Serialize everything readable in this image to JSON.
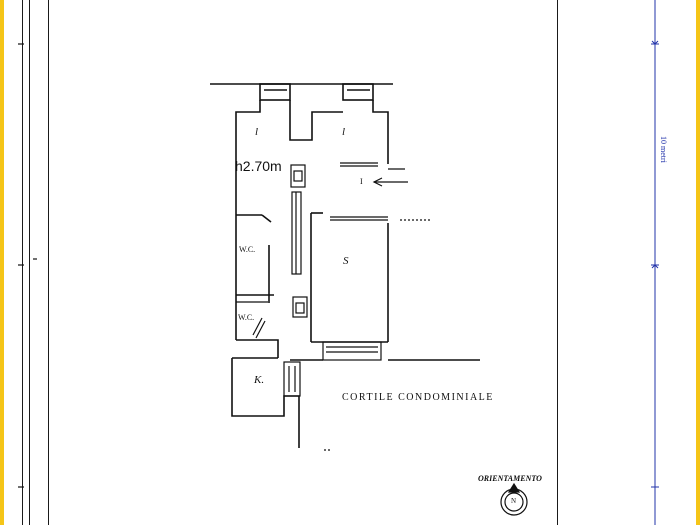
{
  "colors": {
    "frame_stripe": "#f5c518",
    "scale_bar": "#2233aa",
    "ink": "#111111"
  },
  "rooms": {
    "bedroom_left": "l",
    "bedroom_right": "l",
    "entrance": "I",
    "living": "S",
    "wc_upper": "W.C.",
    "wc_lower": "W.C.",
    "kitchen": "K."
  },
  "height_label": "h2.70m",
  "courtyard_label": "CORTILE CONDOMINIALE",
  "orientation_label": "ORIENTAMENTO",
  "compass_letter": "N",
  "scale_label": "10 metri"
}
